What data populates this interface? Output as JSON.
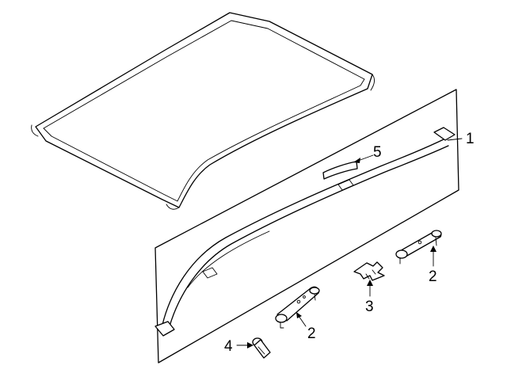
{
  "diagram": {
    "callouts": {
      "c1": "1",
      "c2a": "2",
      "c2b": "2",
      "c3": "3",
      "c4": "4",
      "c5": "5"
    },
    "parts": [
      {
        "id": "roof-panel"
      },
      {
        "id": "roof-rail"
      },
      {
        "id": "rail-end-cap"
      },
      {
        "id": "rail-bracket"
      },
      {
        "id": "clip"
      },
      {
        "id": "bolt"
      },
      {
        "id": "rail-cover"
      }
    ]
  }
}
